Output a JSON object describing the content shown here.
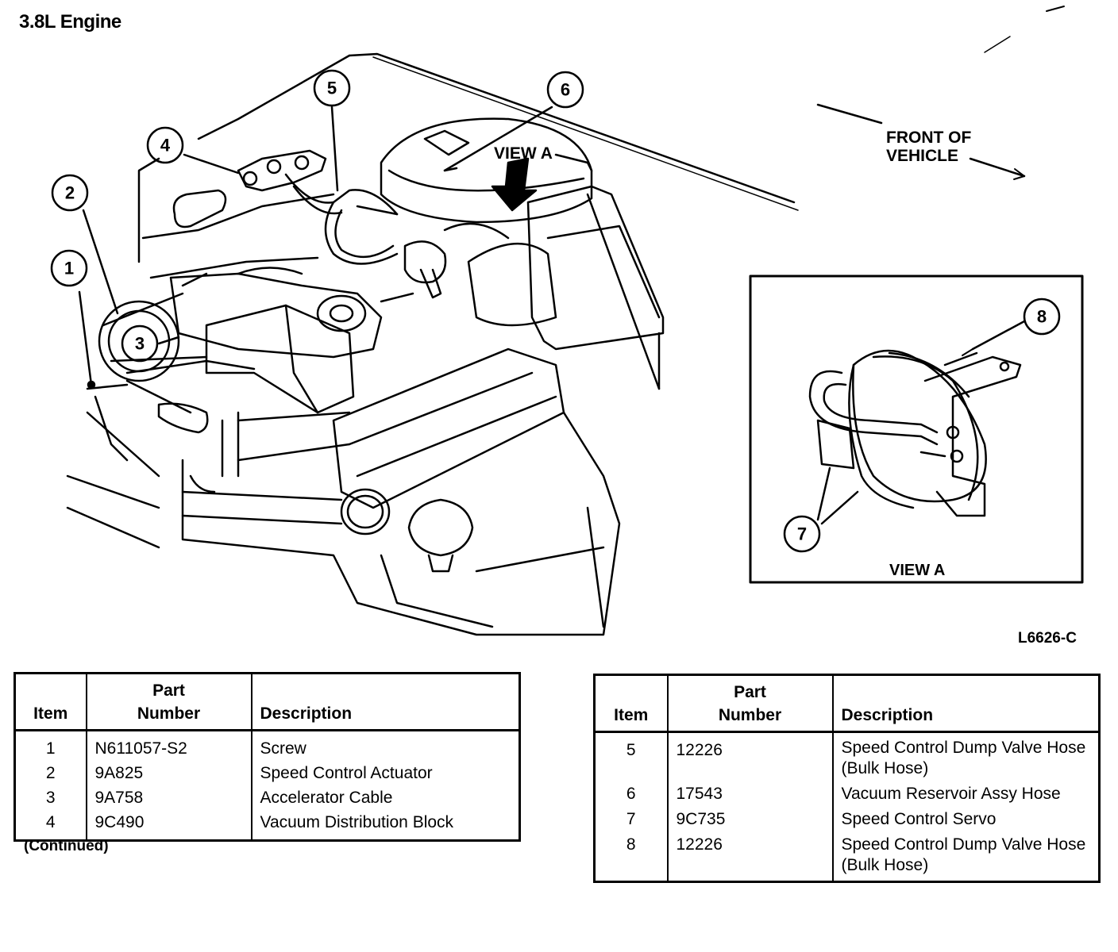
{
  "title": "3.8L Engine",
  "figure_code": "L6626-C",
  "front_label": [
    "FRONT OF",
    "VEHICLE"
  ],
  "view_a_arrow_label": "VIEW A",
  "inset_title": "VIEW A",
  "callouts": [
    "1",
    "2",
    "3",
    "4",
    "5",
    "6",
    "7",
    "8"
  ],
  "table_headers": {
    "item": "Item",
    "part_number": [
      "Part",
      "Number"
    ],
    "description": "Description"
  },
  "table_left": [
    {
      "item": "1",
      "part": "N611057-S2",
      "desc": "Screw"
    },
    {
      "item": "2",
      "part": "9A825",
      "desc": "Speed Control Actuator"
    },
    {
      "item": "3",
      "part": "9A758",
      "desc": "Accelerator Cable"
    },
    {
      "item": "4",
      "part": "9C490",
      "desc": "Vacuum Distribution Block"
    }
  ],
  "table_right": [
    {
      "item": "5",
      "part": "12226",
      "desc": "Speed Control Dump Valve Hose (Bulk Hose)"
    },
    {
      "item": "6",
      "part": "17543",
      "desc": "Vacuum Reservoir Assy Hose"
    },
    {
      "item": "7",
      "part": "9C735",
      "desc": "Speed Control Servo"
    },
    {
      "item": "8",
      "part": "12226",
      "desc": "Speed Control Dump Valve Hose (Bulk Hose)"
    }
  ],
  "continued_note": "(Continued)",
  "colors": {
    "ink": "#000000",
    "paper": "#ffffff"
  }
}
